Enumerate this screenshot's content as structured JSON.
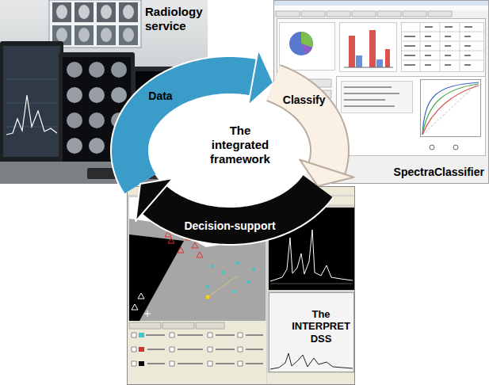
{
  "diagram": {
    "nodes": [
      {
        "text": [
          "Radiology service"
        ]
      },
      {
        "text": [
          "SpectraClassifier"
        ]
      },
      {
        "text": [
          "The INTERPRET DSS"
        ]
      }
    ],
    "edges": [
      {
        "from": 0,
        "to": 1,
        "label": "Data",
        "arrow": "to"
      },
      {
        "from": 1,
        "to": 2,
        "label": "Classify",
        "arrow": "to"
      },
      {
        "from": 2,
        "to": 0,
        "label": "Decision-support",
        "arrow": "to"
      }
    ],
    "labels": [
      "The integrated framework"
    ]
  }
}
